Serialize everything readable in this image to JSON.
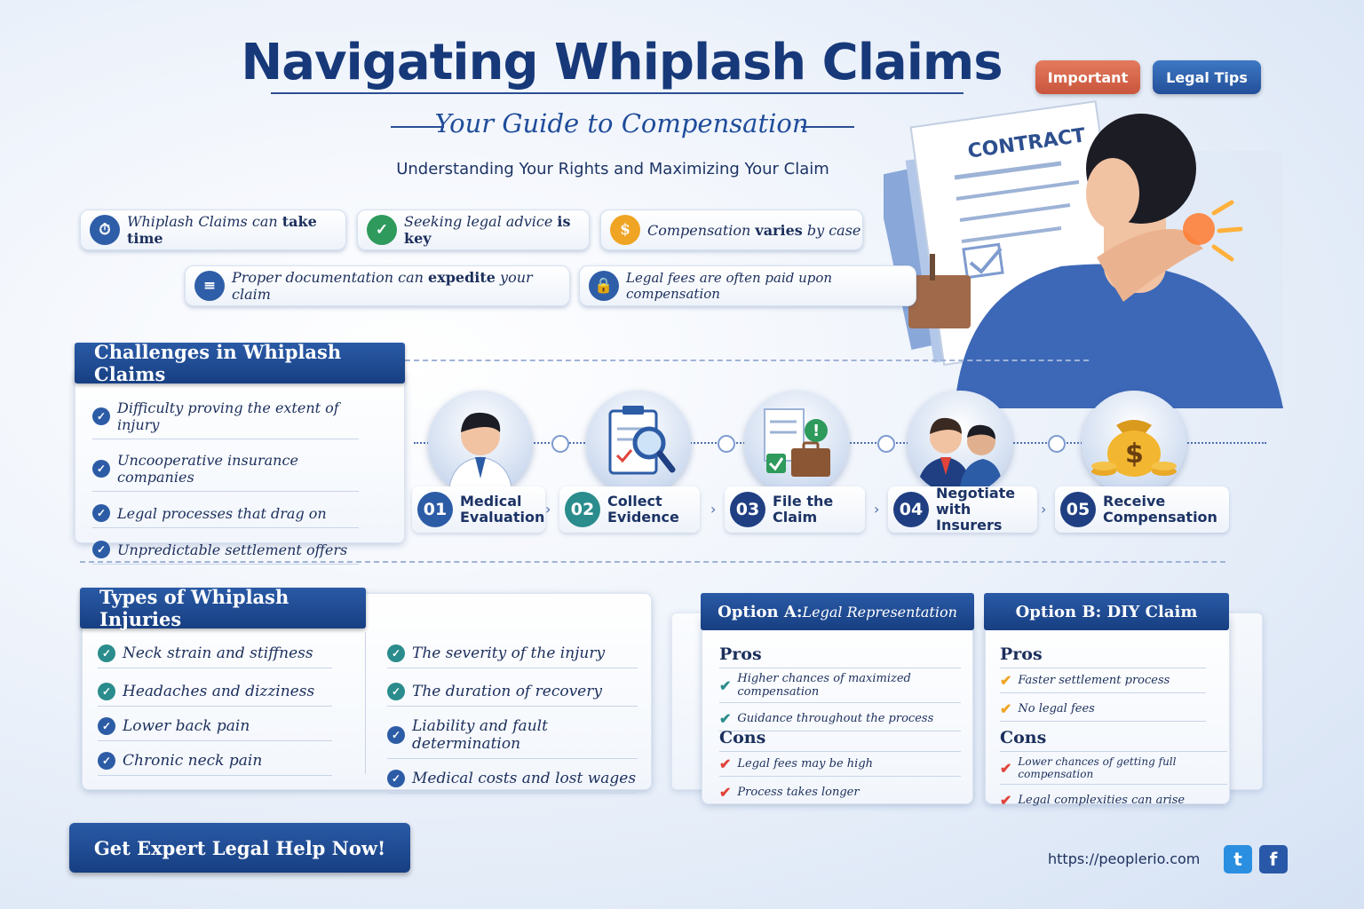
{
  "header": {
    "title": "Navigating Whiplash Claims",
    "subtitle": "Your Guide to Compensation",
    "tagline": "Understanding Your Rights and Maximizing Your Claim"
  },
  "tags": {
    "important": "Important",
    "legal_tips": "Legal Tips"
  },
  "illustration": {
    "contract_label": "CONTRACT"
  },
  "facts": [
    {
      "pre": "Whiplash Claims can ",
      "bold": "take time",
      "post": "",
      "icon": "clock-icon",
      "color": "#2f5ea8"
    },
    {
      "pre": "Seeking legal advice ",
      "bold": "is key",
      "post": "",
      "icon": "check-icon",
      "color": "#2e9a5c"
    },
    {
      "pre": "Compensation ",
      "bold": "varies",
      "post": " by case",
      "icon": "dollar-icon",
      "color": "#f0a424"
    },
    {
      "pre": "Proper documentation can ",
      "bold": "expedite",
      "post": " your claim",
      "icon": "document-icon",
      "color": "#2f5ea8"
    },
    {
      "pre": "Legal fees are often paid upon compensation",
      "bold": "",
      "post": "",
      "icon": "lock-icon",
      "color": "#2f5ea8"
    }
  ],
  "challenges": {
    "title": "Challenges in Whiplash Claims",
    "items": [
      "Difficulty proving the extent of injury",
      "Uncooperative insurance companies",
      "Legal processes that drag on",
      "Unpredictable settlement offers"
    ]
  },
  "steps": [
    {
      "num": "01",
      "line1": "Medical",
      "line2": "Evaluation",
      "color": "#2d5ca6",
      "icon": "doctor-icon"
    },
    {
      "num": "02",
      "line1": "Collect",
      "line2": "Evidence",
      "color": "#2a8c8c",
      "icon": "clipboard-magnifier-icon"
    },
    {
      "num": "03",
      "line1": "File the",
      "line2": "Claim",
      "color": "#1f3f82",
      "icon": "documents-briefcase-icon"
    },
    {
      "num": "04",
      "line1": "Negotiate",
      "line2": "with Insurers",
      "color": "#1f3f82",
      "icon": "handshake-icon"
    },
    {
      "num": "05",
      "line1": "Receive",
      "line2": "Compensation",
      "color": "#1f3f82",
      "icon": "money-bag-icon"
    }
  ],
  "types": {
    "title": "Types of Whiplash Injuries",
    "left": [
      "Neck strain and stiffness",
      "Headaches and dizziness",
      "Lower back pain",
      "Chronic neck pain"
    ],
    "right": [
      "The severity of the injury",
      "The duration of recovery",
      "Liability and fault determination",
      "Medical costs and lost wages"
    ]
  },
  "options": [
    {
      "title_pre": "Option A: ",
      "title_rest": "Legal Representation",
      "pros_label": "Pros",
      "pros": [
        "Higher chances of maximized compensation",
        "Guidance throughout the process"
      ],
      "pros_color": "#2a8c8c",
      "cons_label": "Cons",
      "cons": [
        "Legal fees may be high",
        "Process takes longer"
      ],
      "cons_color": "#e0443a"
    },
    {
      "title_pre": "Option B: DIY Claim",
      "title_rest": "",
      "pros_label": "Pros",
      "pros": [
        "Faster settlement process",
        "No legal fees"
      ],
      "pros_color": "#f0a424",
      "cons_label": "Cons",
      "cons": [
        "Lower chances of getting full compensation",
        "Legal complexities can arise"
      ],
      "cons_color": "#e0443a"
    }
  ],
  "footer": {
    "cta": "Get Expert Legal Help Now!",
    "url": "https://peoplerio.com",
    "twitter": "t",
    "facebook": "f"
  }
}
